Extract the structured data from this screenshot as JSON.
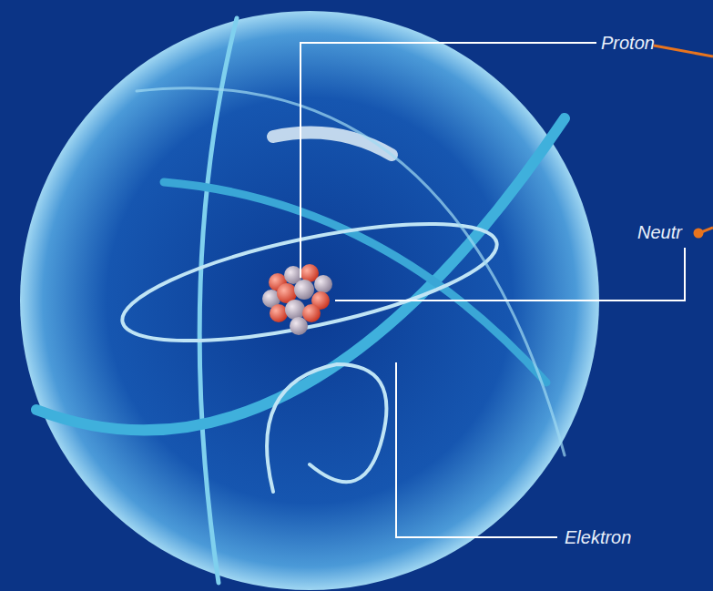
{
  "diagram": {
    "labels": [
      "Proton",
      "Neutr",
      "Elektron"
    ]
  }
}
